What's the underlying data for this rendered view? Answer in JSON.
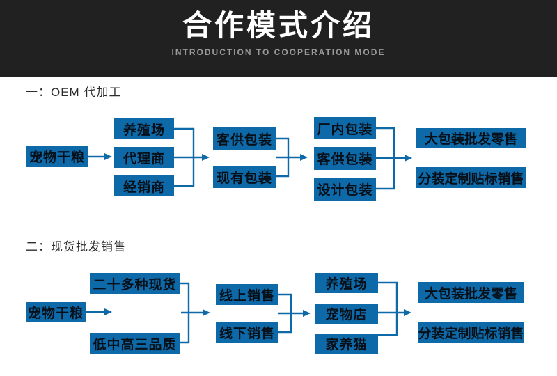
{
  "header": {
    "title": "合作模式介绍",
    "subtitle": "INTRODUCTION TO COOPERATION MODE"
  },
  "section1": {
    "label": "一：OEM 代加工",
    "source": "宠物干粮",
    "suppliers": [
      "养殖场",
      "代理商",
      "经销商"
    ],
    "packaging_supply": [
      "客供包装",
      "现有包装"
    ],
    "packaging_modes": [
      "厂内包装",
      "客供包装",
      "设计包装"
    ],
    "outputs": [
      "大包装批发零售",
      "分装定制贴标销售"
    ]
  },
  "section2": {
    "label": "二：现货批发销售",
    "source": "宠物干粮",
    "stock_features": [
      "二十多种现货",
      "低中高三品质"
    ],
    "sales_channels": [
      "线上销售",
      "线下销售"
    ],
    "customers": [
      "养殖场",
      "宠物店",
      "家养猫"
    ],
    "outputs": [
      "大包装批发零售",
      "分装定制贴标销售"
    ]
  },
  "colors": {
    "header_bg": "#212121",
    "subtitle_color": "#9a9a9a",
    "node_fill": "#0e69a8",
    "connector": "#0e69a8"
  }
}
